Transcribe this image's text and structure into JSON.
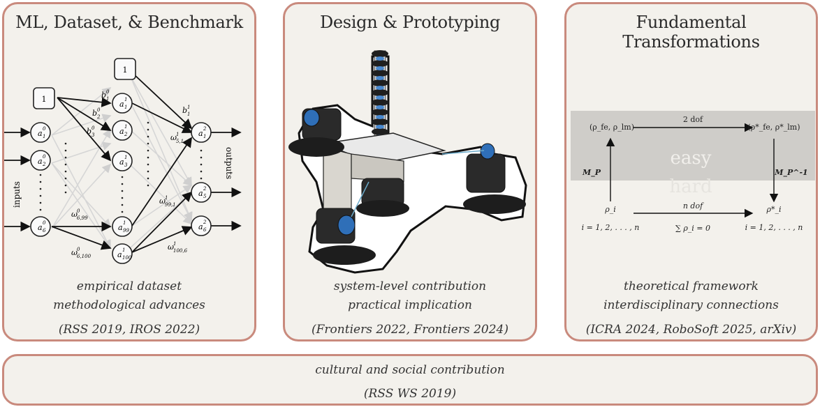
{
  "panels": [
    {
      "title": "ML, Dataset, & Benchmark",
      "caption_line1": "empirical dataset",
      "caption_line2": "methodological advances",
      "reference": "(RSS 2019, IROS 2022)"
    },
    {
      "title": "Design & Prototyping",
      "caption_line1": "system-level contribution",
      "caption_line2": "practical implication",
      "reference": "(Frontiers 2022, Frontiers 2024)"
    },
    {
      "title": "Fundamental Transformations",
      "caption_line1": "theoretical framework",
      "caption_line2": "interdisciplinary connections",
      "reference": "(ICRA 2024, RoboSoft 2025, arXiv)"
    }
  ],
  "bottom": {
    "caption": "cultural and social contribution",
    "reference": "(RSS WS 2019)"
  },
  "nn_diagram": {
    "bias_label": "1",
    "inputs_label": "inputs",
    "outputs_label": "outputs",
    "input_nodes": [
      "a",
      "a",
      "a"
    ],
    "input_node_subs": [
      "1",
      "2",
      "6"
    ],
    "input_node_sups": [
      "0",
      "0",
      "0"
    ],
    "hidden_nodes": [
      "a",
      "a",
      "a",
      "a",
      "a"
    ],
    "hidden_node_subs": [
      "1",
      "2",
      "3",
      "99",
      "100"
    ],
    "hidden_node_sups": [
      "1",
      "1",
      "1",
      "1",
      "1"
    ],
    "output_nodes": [
      "a",
      "a",
      "a"
    ],
    "output_node_subs": [
      "1",
      "5",
      "6"
    ],
    "output_node_sups": [
      "2",
      "2",
      "2"
    ],
    "bias_weights": [
      "b",
      "b",
      "b",
      "b"
    ],
    "bias_weight_subs": [
      "1",
      "2",
      "3",
      "1"
    ],
    "bias_weight_sups": [
      "0",
      "0",
      "0",
      "1"
    ],
    "weights": [
      "ω",
      "ω",
      "ω",
      "ω",
      "ω"
    ],
    "weight_subs": [
      "5,1",
      "6,99",
      "99,1",
      "6,100",
      "100,6"
    ],
    "weight_sups": [
      "1",
      "0",
      "1",
      "0",
      "1"
    ]
  },
  "cd_diagram": {
    "top_left": "(ρ_fe, ρ_lm)",
    "top_right": "(ρ*_fe, ρ*_lm)",
    "top_arrow": "2 dof",
    "bottom_left": "ρ_i",
    "bottom_left_range": "i = 1, 2, . . . , n",
    "bottom_right": "ρ*_i",
    "bottom_right_range": "i = 1, 2, . . . , n",
    "bottom_arrow": "n dof",
    "constraint": "∑ ρ_i = 0",
    "left_map": "M_P",
    "right_map": "M_P^-1",
    "easy_label": "easy",
    "hard_label": "hard"
  },
  "colors": {
    "panel_border": "#c98a7d",
    "panel_fill": "#f3f1ec",
    "easy_band": "#cfcdc9"
  }
}
